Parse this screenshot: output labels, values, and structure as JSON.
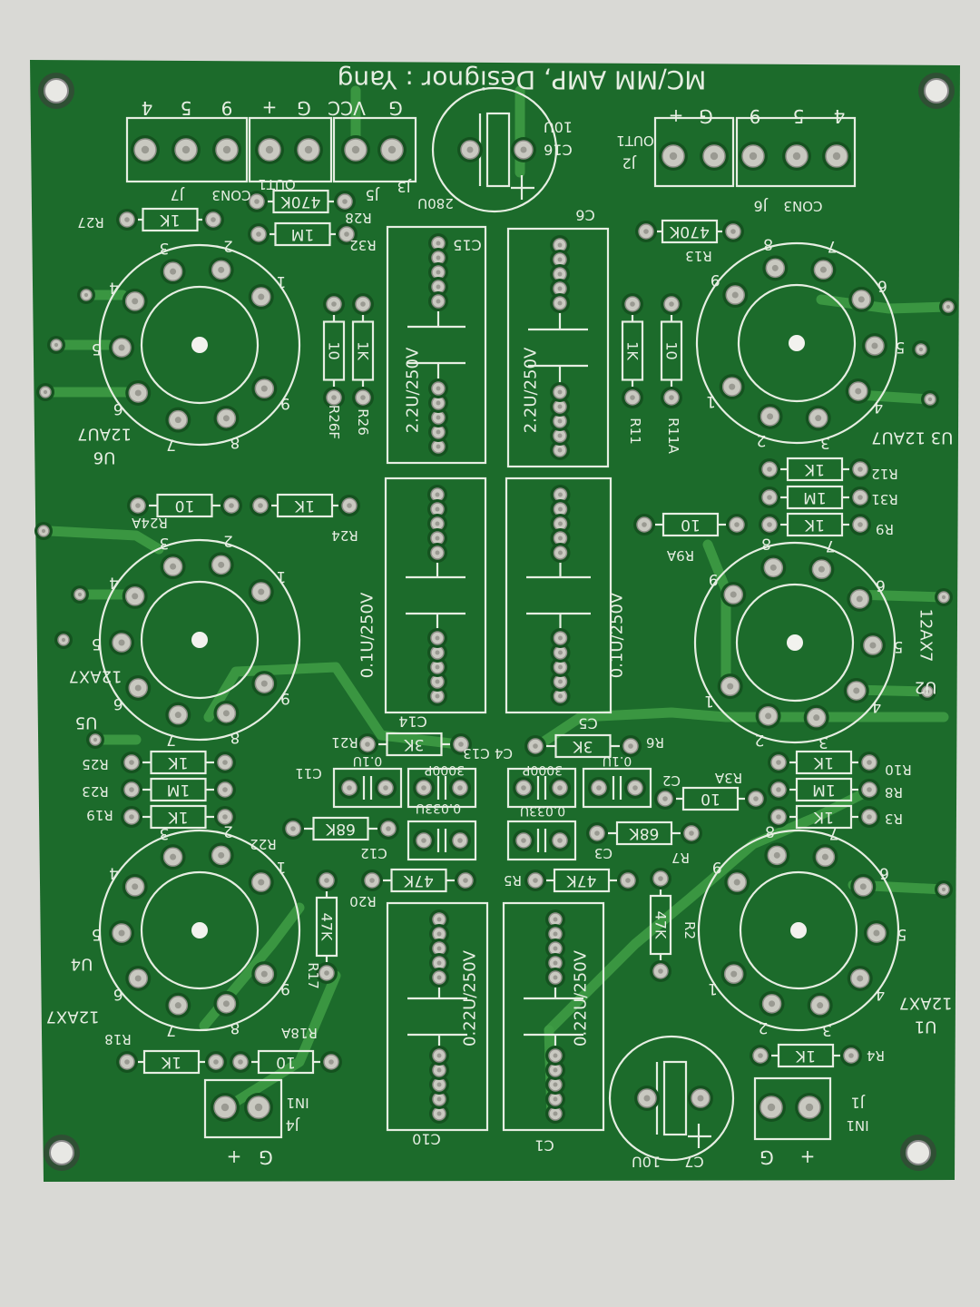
{
  "title": "MC/MM AMP, Designor : Yang",
  "colors": {
    "board": "#1c6b2b",
    "silkscreen": "#e6eee2",
    "trace": "#3f9e45",
    "pad": "#c9c9c1",
    "background": "#d9d9d5"
  },
  "pin_numbers": [
    "1",
    "2",
    "3",
    "4",
    "5",
    "6",
    "7",
    "8",
    "9"
  ],
  "tubes": [
    {
      "ref": "U6",
      "type": "12AU7"
    },
    {
      "ref": "U5",
      "type": "12AX7"
    },
    {
      "ref": "U4",
      "type": "12AX7"
    },
    {
      "ref": "U3",
      "type": "12AU7"
    },
    {
      "ref": "U2",
      "type": "12AX7"
    },
    {
      "ref": "U1",
      "type": "12AX7"
    }
  ],
  "resistors": [
    {
      "ref": "R27",
      "value": "1K"
    },
    {
      "ref": "R28",
      "value": "470K"
    },
    {
      "ref": "R32",
      "value": "1M"
    },
    {
      "ref": "R13",
      "value": "470K"
    },
    {
      "ref": "R24A",
      "value": "10"
    },
    {
      "ref": "R24",
      "value": "1K"
    },
    {
      "ref": "R9A",
      "value": "10"
    },
    {
      "ref": "R12",
      "value": "1K"
    },
    {
      "ref": "R31",
      "value": "1M"
    },
    {
      "ref": "R9",
      "value": "1K"
    },
    {
      "ref": "R21",
      "value": "3K"
    },
    {
      "ref": "R6",
      "value": "3K"
    },
    {
      "ref": "R25",
      "value": "1K"
    },
    {
      "ref": "R23",
      "value": "1M"
    },
    {
      "ref": "R19",
      "value": "1K"
    },
    {
      "ref": "R10",
      "value": "1K"
    },
    {
      "ref": "R8",
      "value": "1M"
    },
    {
      "ref": "R3",
      "value": "1K"
    },
    {
      "ref": "R3A",
      "value": "10"
    },
    {
      "ref": "R22",
      "value": "68K"
    },
    {
      "ref": "R7",
      "value": "68K"
    },
    {
      "ref": "R20",
      "value": "47K"
    },
    {
      "ref": "R5",
      "value": "47K"
    },
    {
      "ref": "R18",
      "value": "1K"
    },
    {
      "ref": "R18A",
      "value": "10"
    },
    {
      "ref": "R4",
      "value": "1K"
    },
    {
      "ref": "R26F",
      "value": "10"
    },
    {
      "ref": "R26",
      "value": "1K"
    },
    {
      "ref": "R11",
      "value": "1K"
    },
    {
      "ref": "R11A",
      "value": "10"
    },
    {
      "ref": "R17",
      "value": "47K"
    },
    {
      "ref": "R2",
      "value": "47K"
    }
  ],
  "small_caps": [
    {
      "ref": "C11",
      "value": "0.1U"
    },
    {
      "ref": "C13",
      "value": "3000P"
    },
    {
      "ref": "C4",
      "value": "3000P"
    },
    {
      "ref": "C2",
      "value": "0.1U"
    },
    {
      "ref": "C12",
      "value": "0.033U"
    },
    {
      "ref": "C3",
      "value": "0.033U"
    }
  ],
  "film_caps": [
    {
      "ref": "C15",
      "value": "2.2U/250V"
    },
    {
      "ref": "C6",
      "value": "2.2U/250V"
    },
    {
      "ref": "C14",
      "value": "0.1U/250V"
    },
    {
      "ref": "C5",
      "value": "0.1U/250V"
    },
    {
      "ref": "C10",
      "value": "0.22U/250V"
    },
    {
      "ref": "C1",
      "value": "0.22U/250V"
    }
  ],
  "electrolytic": [
    {
      "ref": "C16",
      "value": "10U"
    },
    {
      "ref": "C7",
      "value": "10U"
    }
  ],
  "connectors": [
    {
      "ref": "J7",
      "type": "CON3",
      "pins": [
        "4",
        "5",
        "9"
      ]
    },
    {
      "ref": "J5",
      "type": "OUT1",
      "pins": [
        "+",
        "G"
      ]
    },
    {
      "ref": "J3",
      "type": "280U",
      "pins": [
        "VCC",
        "G"
      ]
    },
    {
      "ref": "J2",
      "type": "OUT1",
      "pins": [
        "+",
        "G"
      ]
    },
    {
      "ref": "J6",
      "type": "CON3",
      "pins": [
        "9",
        "5",
        "4"
      ]
    },
    {
      "ref": "J4",
      "type": "IN1",
      "pins": [
        "+",
        "G"
      ]
    },
    {
      "ref": "J1",
      "type": "IN1",
      "pins": [
        "G",
        "+"
      ]
    }
  ]
}
